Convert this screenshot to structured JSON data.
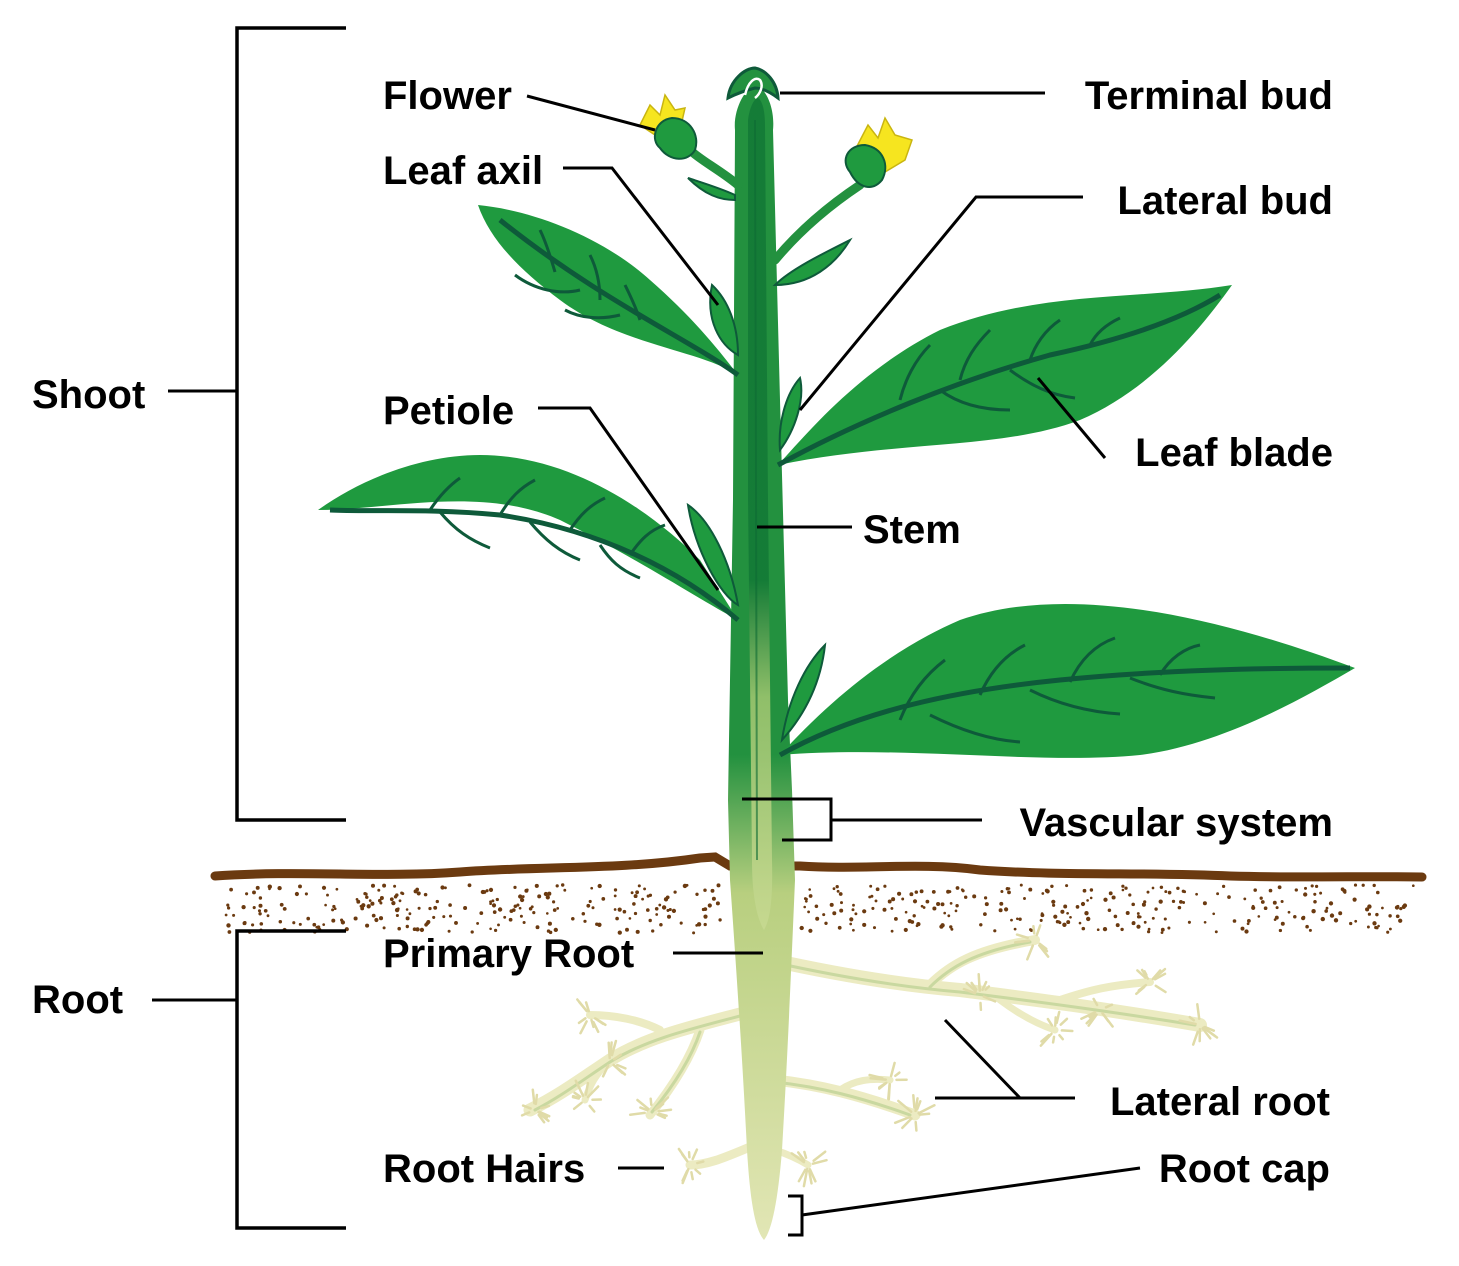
{
  "labels": {
    "shoot": "Shoot",
    "root": "Root",
    "flower": "Flower",
    "leaf_axil": "Leaf axil",
    "petiole": "Petiole",
    "terminal_bud": "Terminal bud",
    "lateral_bud": "Lateral bud",
    "leaf_blade": "Leaf blade",
    "stem": "Stem",
    "vascular_system": "Vascular system",
    "primary_root": "Primary Root",
    "lateral_root": "Lateral root",
    "root_hairs": "Root Hairs",
    "root_cap": "Root cap"
  },
  "colors": {
    "leaf": "#1f9a3f",
    "vein": "#0e5a3a",
    "stem": "#23913f",
    "stem_dark": "#137a36",
    "flower": "#f6e51f",
    "soil": "#6b3a10",
    "root": "#ecebc2",
    "root_core": "#b8cf7f",
    "line": "#000000"
  }
}
